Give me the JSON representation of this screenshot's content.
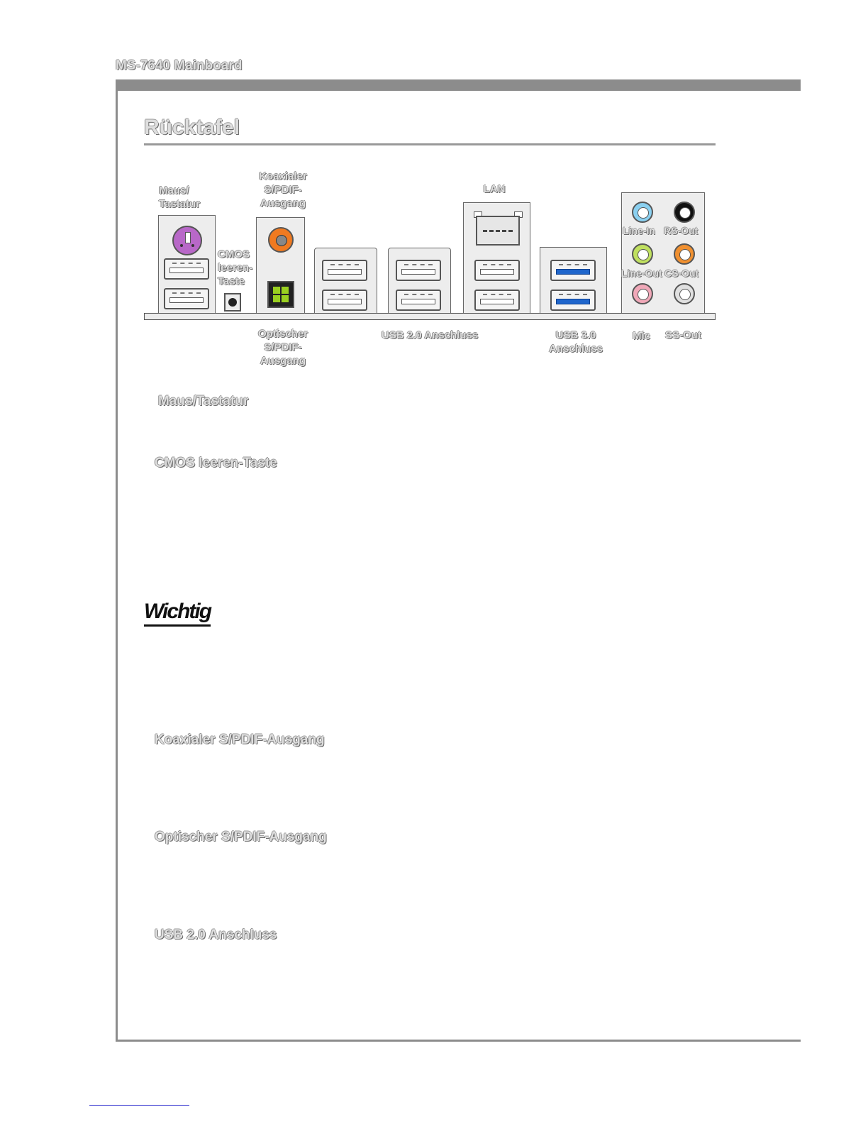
{
  "header": {
    "doc_title": "MS-7640 Mainboard"
  },
  "section": {
    "title": "Rücktafel"
  },
  "diagram": {
    "labels": {
      "mouse_keyboard": [
        "Maus/",
        "Tastatur"
      ],
      "cmos": [
        "CMOS",
        "leeren-",
        "Taste"
      ],
      "coax": [
        "Koaxialer",
        "S/PDIF-",
        "Ausgang"
      ],
      "optical": [
        "Optischer",
        "S/PDIF-",
        "Ausgang"
      ],
      "lan": "LAN",
      "usb20": "USB 2.0 Anschluss",
      "usb30": [
        "USB 3.0",
        "Anschluss"
      ],
      "line_in": "Line-In",
      "rs_out": "RS-Out",
      "line_out": "Line-Out",
      "cs_out": "CS-Out",
      "mic": "Mic",
      "ss_out": "SS-Out"
    },
    "colors": {
      "ps2": "#b868c8",
      "coax": "#f07a20",
      "optical": "#9ad020",
      "line_in": "#8ad0f0",
      "rs_out": "#111111",
      "line_out": "#c0e060",
      "cs_out": "#f09030",
      "mic": "#f0a8b8",
      "ss_out": "#e0e0e0",
      "usb3": "#1f66cc"
    }
  },
  "sections": [
    {
      "heading": "Maus/Tastatur"
    },
    {
      "heading": "CMOS leeren-Taste"
    },
    {
      "heading": "Wichtig"
    },
    {
      "heading": "Koaxialer S/PDIF-Ausgang"
    },
    {
      "heading": "Optischer S/PDIF-Ausgang"
    },
    {
      "heading": "USB 2.0 Anschluss"
    }
  ]
}
